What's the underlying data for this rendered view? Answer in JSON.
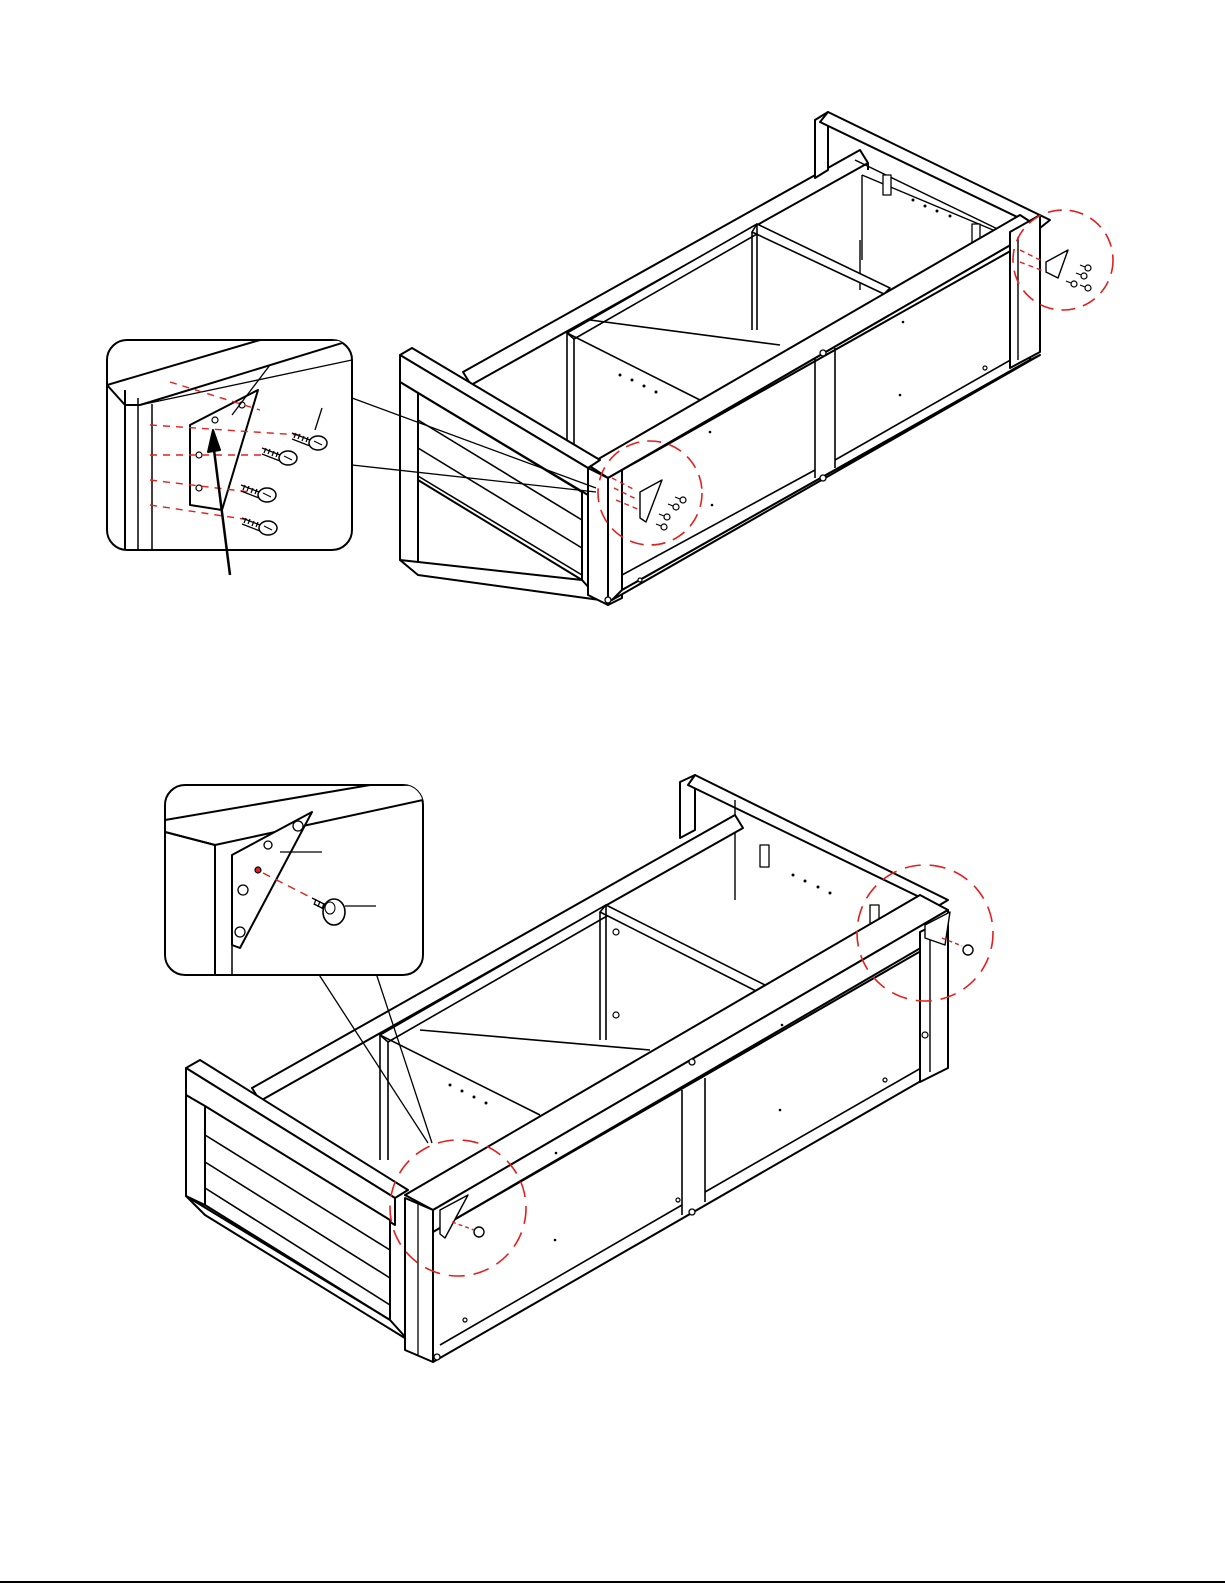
{
  "page": {
    "background": "#ffffff",
    "line_color": "#000000",
    "accent_color": "#e0201e"
  },
  "diagrams": [
    {
      "name": "step-upper",
      "parts": [
        "cabinet-frame",
        "corner-bracket-left",
        "corner-bracket-right",
        "detail-callout-screws"
      ]
    },
    {
      "name": "step-lower",
      "parts": [
        "cabinet-frame",
        "corner-bracket-left",
        "corner-bracket-right",
        "detail-callout-foot"
      ]
    }
  ],
  "callouts": [
    {
      "name": "upper-detail",
      "shows": "triangular-plate",
      "fasteners": 4,
      "fastener_icon": "screw-icon"
    },
    {
      "name": "lower-detail",
      "shows": "triangular-plate",
      "fasteners": 1,
      "fastener_icon": "leveling-foot-icon"
    }
  ]
}
